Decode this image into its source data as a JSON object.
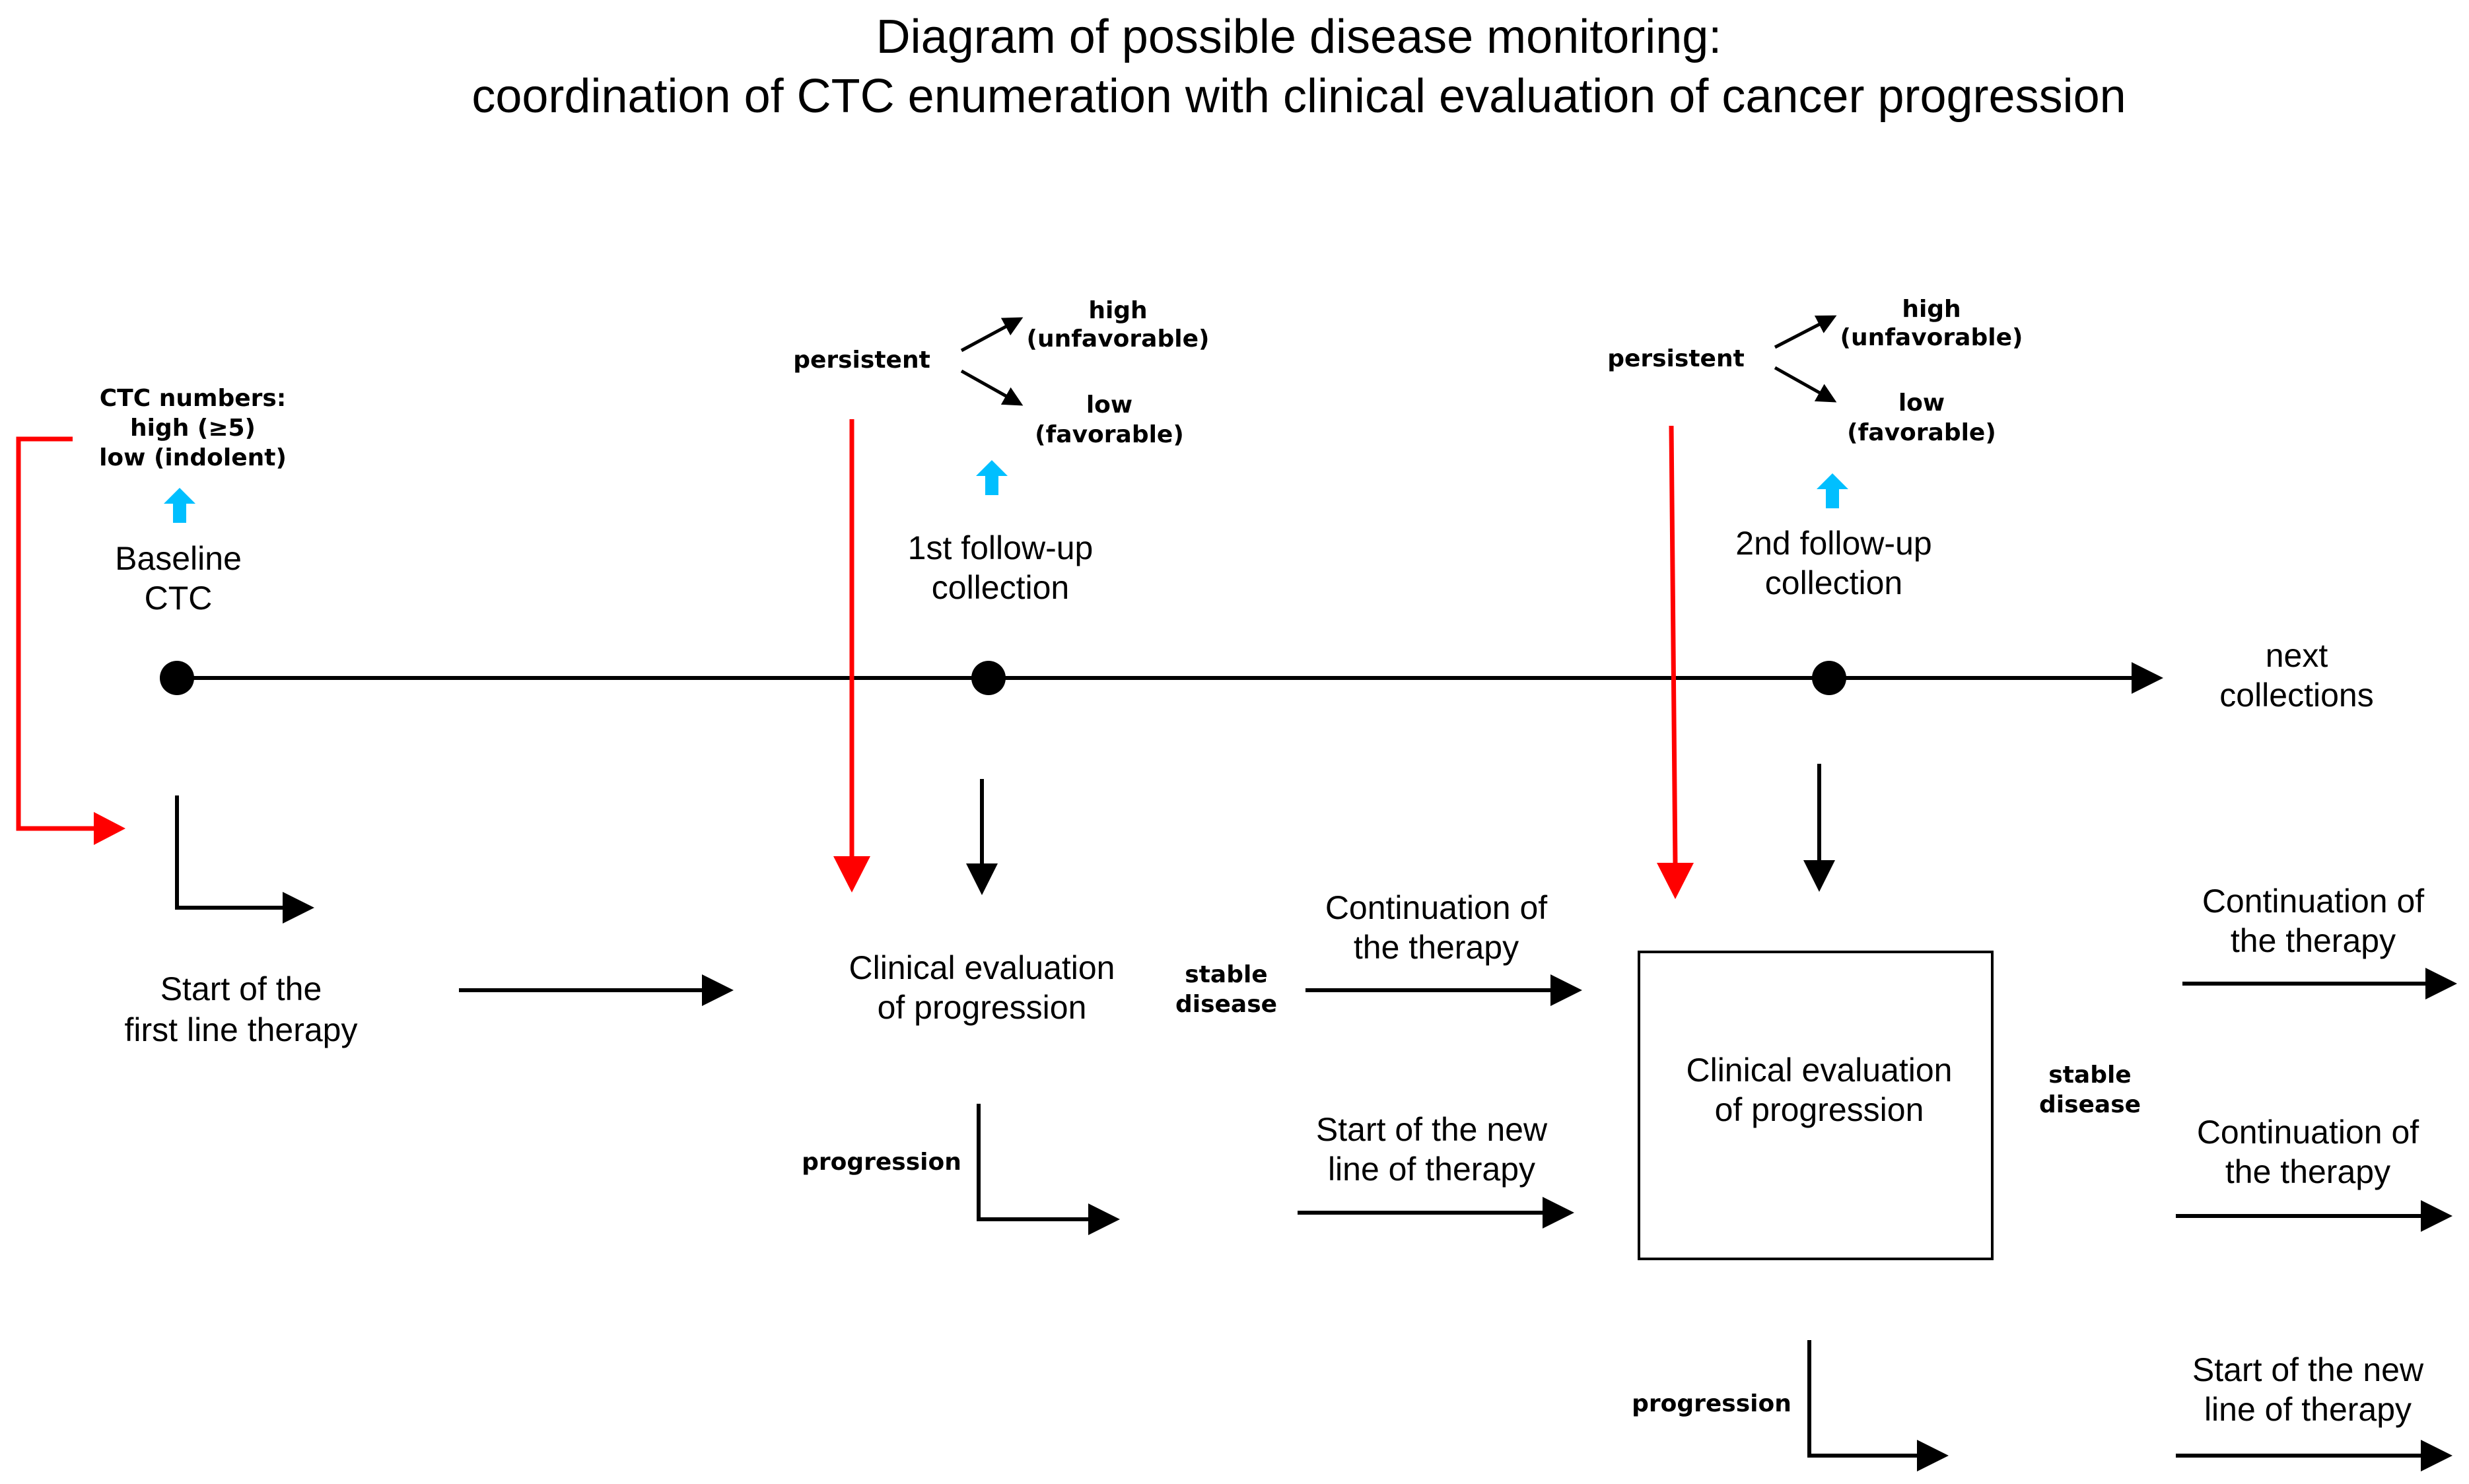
{
  "title": {
    "line1": "Diagram of possible disease monitoring:",
    "line2": "coordination of CTC enumeration with clinical evaluation of cancer progression"
  },
  "colors": {
    "feedback_arrow": "#ff0000",
    "collection_arrow": "#00bfff",
    "line": "#000000"
  },
  "timeline": {
    "baseline": {
      "label_line1": "Baseline",
      "label_line2": "CTC",
      "ctc_header": "CTC numbers:",
      "ctc_high": "high (≥5)",
      "ctc_low": "low (indolent)"
    },
    "followup1": {
      "label_line1": "1st follow-up",
      "label_line2": "collection",
      "persistent": "persistent",
      "high_line1": "high",
      "high_line2": "(unfavorable)",
      "low_line1": "low",
      "low_line2": "(favorable)"
    },
    "followup2": {
      "label_line1": "2nd follow-up",
      "label_line2": "collection",
      "persistent": "persistent",
      "high_line1": "high",
      "high_line2": "(unfavorable)",
      "low_line1": "low",
      "low_line2": "(favorable)"
    },
    "next": {
      "line1": "next",
      "line2": "collections"
    }
  },
  "flow": {
    "start_therapy": {
      "line1": "Start of the",
      "line2": "first line therapy"
    },
    "eval1": {
      "line1": "Clinical evaluation",
      "line2": "of progression",
      "stable_line1": "stable",
      "stable_line2": "disease",
      "progression": "progression",
      "continuation_line1": "Continuation of",
      "continuation_line2": "the therapy",
      "new_line_line1": "Start of the new",
      "new_line_line2": "line of therapy"
    },
    "eval2": {
      "line1": "Clinical evaluation",
      "line2": "of progression",
      "stable_line1": "stable",
      "stable_line2": "disease",
      "progression": "progression",
      "continuation_a_line1": "Continuation of",
      "continuation_a_line2": "the therapy",
      "continuation_b_line1": "Continuation of",
      "continuation_b_line2": "the therapy",
      "new_line_line1": "Start of the new",
      "new_line_line2": "line of therapy"
    }
  }
}
